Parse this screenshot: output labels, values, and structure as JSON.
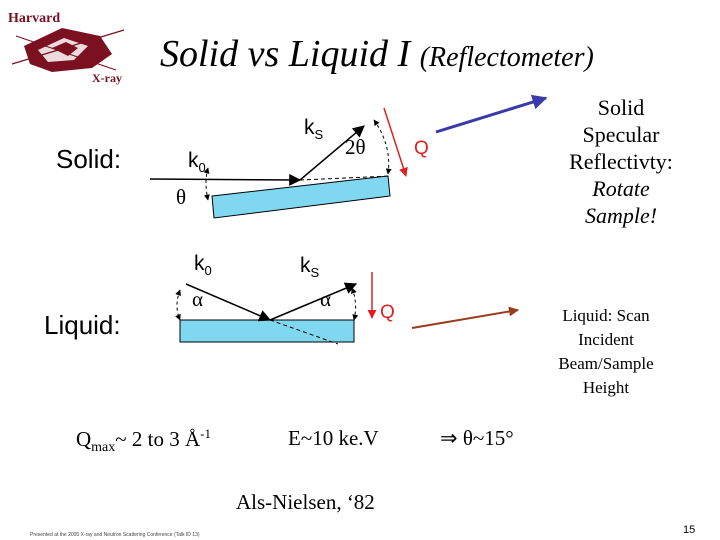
{
  "logo": {
    "top_text": "Harvard",
    "bottom_text": "X-ray"
  },
  "title": {
    "main": "Solid vs Liquid I",
    "sub": "(Reflectometer)"
  },
  "solid": {
    "label": "Solid:",
    "k0": "k",
    "k0_sub": "0",
    "ks": "k",
    "ks_sub": "S",
    "two_theta": "2θ",
    "theta": "θ",
    "q": "Q",
    "note_line1": "Solid",
    "note_line2": "Specular",
    "note_line3": "Reflectivty:",
    "note_line4": "Rotate",
    "note_line5": "Sample!"
  },
  "liquid": {
    "label": "Liquid:",
    "k0": "k",
    "k0_sub": "0",
    "ks": "k",
    "ks_sub": "S",
    "alpha_left": "α",
    "alpha_right": "α",
    "q": "Q",
    "note_line1": "Liquid: Scan",
    "note_line2": "Incident",
    "note_line3": "Beam/Sample",
    "note_line4": "Height"
  },
  "qmax": {
    "q": "Q",
    "sub": "max",
    "text": "~ 2 to 3 Å",
    "sup": "-1"
  },
  "energy": "E~10 ke.V",
  "theta_result": "⇒ θ~15°",
  "citation": "Als-Nielsen, ‘82",
  "footer_note": "Presented at the 2005 X-ray and Neutron Scattering Conference (Talk ID 13)",
  "page_number": "15",
  "colors": {
    "arrow_blue": "#3a3aa8",
    "arrow_brown": "#9a3b1b",
    "sample_fill": "#7fd8f0",
    "q_red": "#e02020",
    "logo_maroon": "#7a1020"
  }
}
